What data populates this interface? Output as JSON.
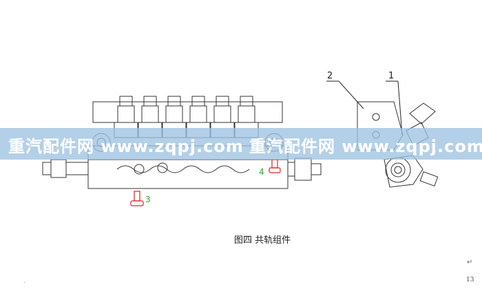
{
  "caption": "图四  共轨组件",
  "page_number": "13",
  "return_mark": "↵",
  "dot_mark": ".",
  "watermark": "重汽配件网 www.zqpj.com",
  "callouts": {
    "c1": "1",
    "c2": "2",
    "c3": "3",
    "c4": "4"
  },
  "colors": {
    "line": "#333333",
    "callout_black": "#222222",
    "callout_green": "#2aa52a",
    "bolt_red": "#e02020",
    "watermark_band": "#9fc3e2"
  }
}
